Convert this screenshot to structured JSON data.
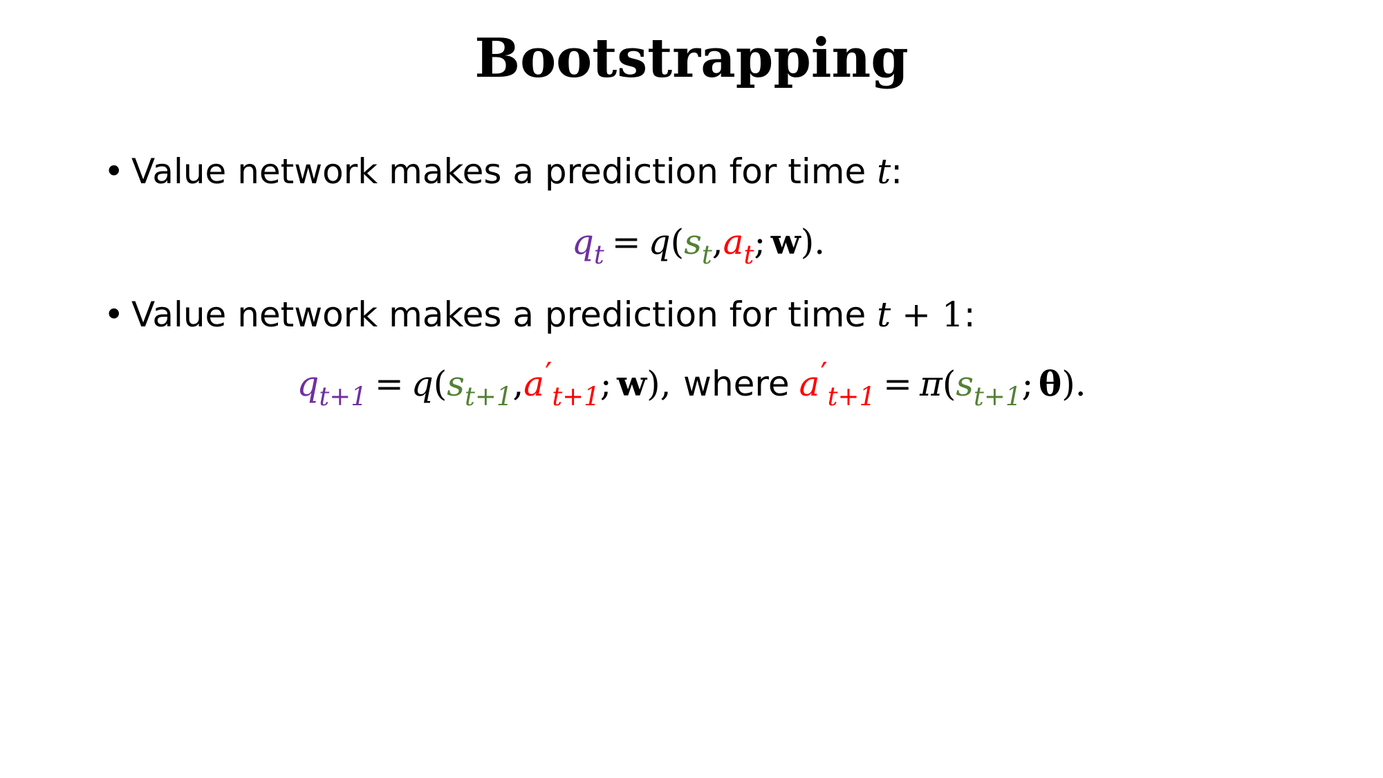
{
  "slide": {
    "title": "Bootstrapping",
    "bullets": [
      {
        "marker": "•",
        "text": "Value network makes a prediction for time ",
        "math": "t",
        "suffix": ":"
      },
      {
        "marker": "•",
        "text": "Value network makes a prediction for time ",
        "math": "t",
        "math_rest": " + 1",
        "suffix": ":"
      }
    ],
    "equation1": {
      "lhs_var": "q",
      "lhs_sub": "t",
      "eq": "=",
      "func": "q",
      "open": "(",
      "s_var": "s",
      "s_sub": "t",
      "comma": ",",
      "a_var": "a",
      "a_sub": "t",
      "semicolon": ";",
      "param": "w",
      "close": ").",
      "colors": {
        "purple": "#7030a0",
        "green": "#538135",
        "red": "#ff0000"
      }
    },
    "equation2": {
      "lhs_var": "q",
      "lhs_sub": "t+1",
      "eq": "=",
      "func": "q",
      "open": "(",
      "s_var": "s",
      "s_sub": "t+1",
      "comma": ",",
      "a_var": "a",
      "prime": "′",
      "a_sub": "t+1",
      "semicolon": ";",
      "param": "w",
      "close": "),",
      "where": "where",
      "a2_var": "a",
      "a2_prime": "′",
      "a2_sub": "t+1",
      "eq2": "=",
      "pi": "π",
      "open2": "(",
      "s2_var": "s",
      "s2_sub": "t+1",
      "semicolon2": ";",
      "theta": "θ",
      "close2": ")."
    }
  }
}
